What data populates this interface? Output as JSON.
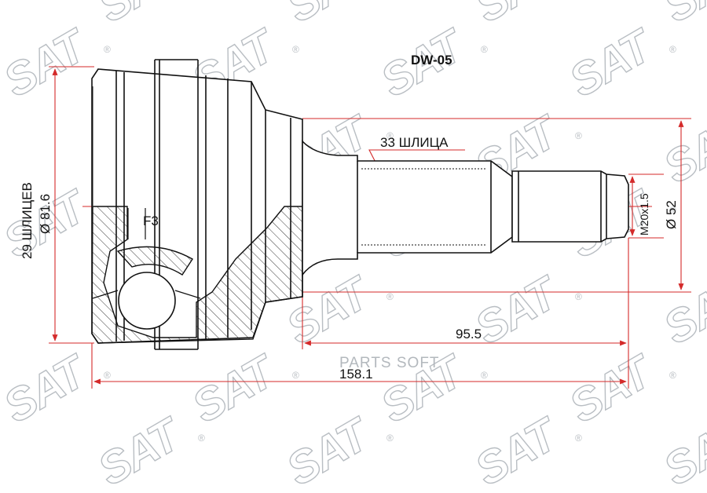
{
  "part_number": "DW-05",
  "labels": {
    "splines_outer": "33 ШЛИЦА",
    "splines_inner": "29 ШЛИЦЕВ",
    "outer_diameter": "Ø 81.6",
    "shaft_diameter": "Ø 52",
    "thread": "M20x1.5",
    "f3": "F3",
    "shaft_length": "95.5",
    "total_length": "158.1"
  },
  "watermark": {
    "brand": "SAT",
    "mark": "®",
    "overlay": "PARTS SOFT"
  },
  "colors": {
    "dimension": "#d42a2a",
    "outline": "#111111",
    "watermark": "#b9bec3"
  }
}
